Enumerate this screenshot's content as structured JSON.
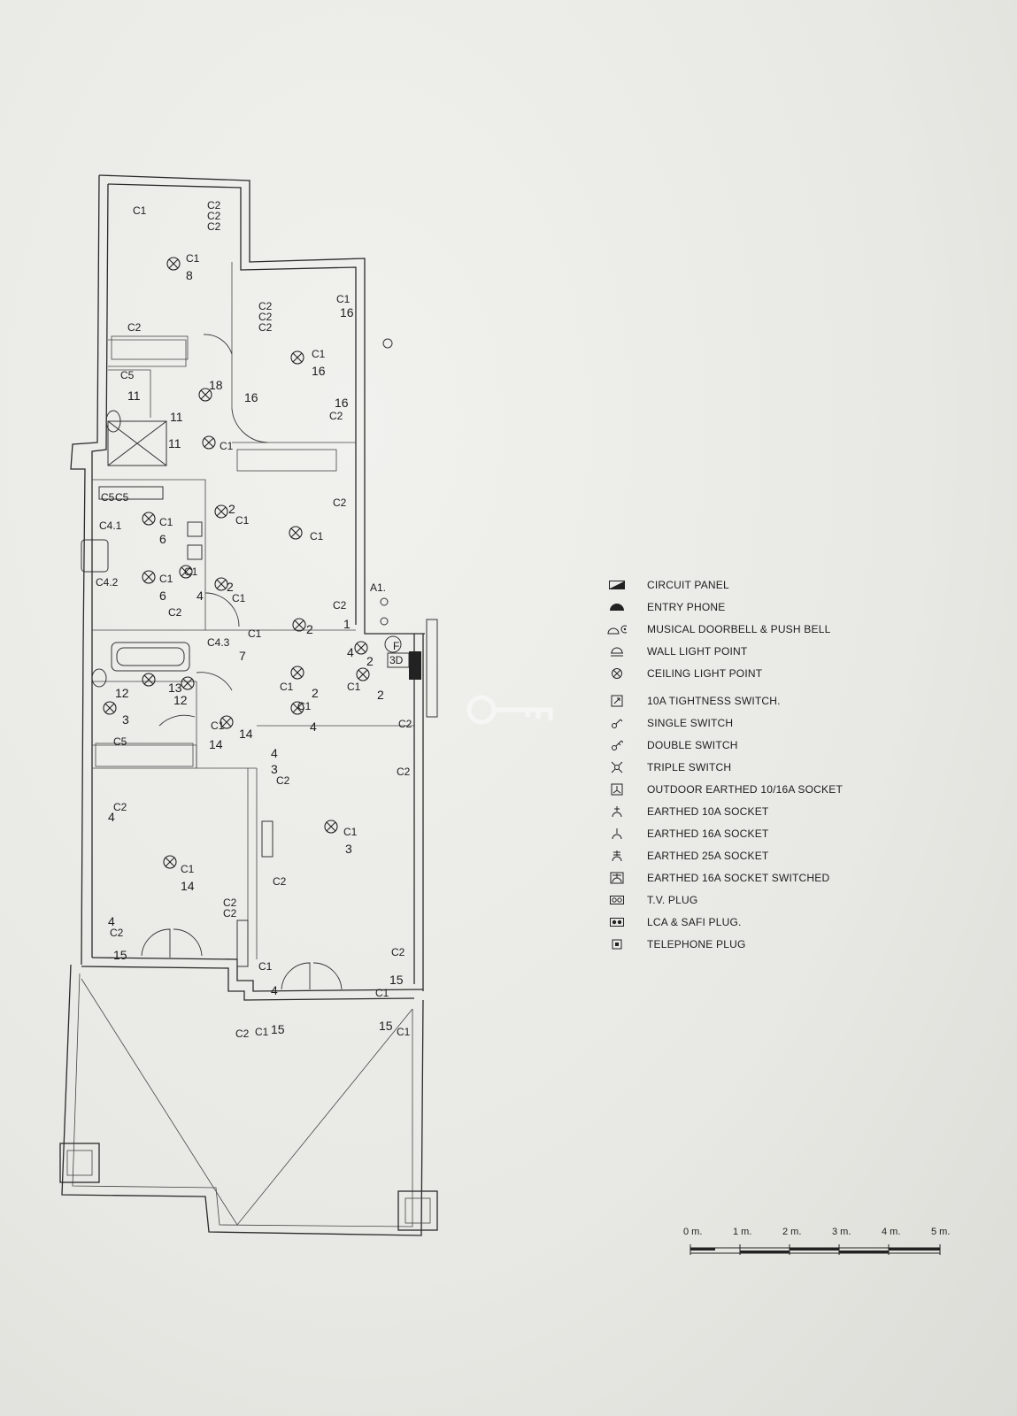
{
  "legend": {
    "items": [
      {
        "symbol": "circuit-panel",
        "label": "CIRCUIT PANEL"
      },
      {
        "symbol": "entry-phone",
        "label": "ENTRY PHONE"
      },
      {
        "symbol": "doorbell",
        "label": "MUSICAL DOORBELL & PUSH BELL"
      },
      {
        "symbol": "wall-light",
        "label": "WALL LIGHT POINT"
      },
      {
        "symbol": "ceiling-light",
        "label": "CEILING LIGHT POINT"
      },
      {
        "symbol": "tightness-switch",
        "label": "10A TIGHTNESS SWITCH."
      },
      {
        "symbol": "single-switch",
        "label": "SINGLE SWITCH"
      },
      {
        "symbol": "double-switch",
        "label": "DOUBLE SWITCH"
      },
      {
        "symbol": "triple-switch",
        "label": "TRIPLE SWITCH"
      },
      {
        "symbol": "outdoor-socket",
        "label": "OUTDOOR EARTHED 10/16A SOCKET"
      },
      {
        "symbol": "socket-10a",
        "label": "EARTHED 10A SOCKET"
      },
      {
        "symbol": "socket-16a",
        "label": "EARTHED 16A SOCKET"
      },
      {
        "symbol": "socket-25a",
        "label": "EARTHED 25A SOCKET"
      },
      {
        "symbol": "socket-16a-switched",
        "label": "EARTHED 16A SOCKET SWITCHED"
      },
      {
        "symbol": "tv-plug",
        "label": "T.V. PLUG"
      },
      {
        "symbol": "lca-plug",
        "label": "LCA & SAFI PLUG."
      },
      {
        "symbol": "telephone-plug",
        "label": "TELEPHONE PLUG"
      }
    ]
  },
  "scale": {
    "ticks": [
      "0 m.",
      "1 m.",
      "2 m.",
      "3 m.",
      "4 m.",
      "5 m."
    ]
  },
  "plan": {
    "labels": {
      "c1": "C1",
      "c2": "C2",
      "c5": "C5",
      "c41": "C4.1",
      "c42": "C4.2",
      "c43": "C4.3",
      "n1": "1",
      "n2": "2",
      "n3": "3",
      "n4": "4",
      "n6": "6",
      "n7": "7",
      "n8": "8",
      "n11": "11",
      "n12": "12",
      "n13": "13",
      "n14": "14",
      "n15": "15",
      "n16": "16",
      "n18": "18",
      "a1": "A1.",
      "f": "F",
      "d3": "3D"
    }
  }
}
